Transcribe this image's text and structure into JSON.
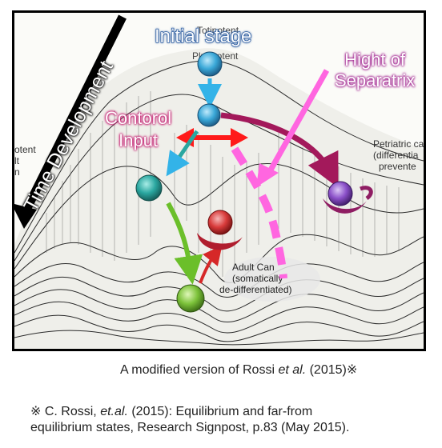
{
  "labels": {
    "initial_stage": "Initial stage",
    "control_line1": "Contorol",
    "control_line2": "Input",
    "separatrix_line1": "Hight of",
    "separatrix_line2": "Separatrix",
    "time_development": "Time Development"
  },
  "background_text": {
    "top_totipotent": "Totipotent",
    "pluripotent": "Pluripotent",
    "left_line1": "otent",
    "left_line2": "lt",
    "left_line3": "n",
    "right_line1": "Petriatric ca",
    "right_line2": "(differentia",
    "right_line3": "prevente",
    "adult_line1": "Adult Can",
    "adult_line2": "(somatically",
    "adult_line3": "de-differentiated)"
  },
  "caption": {
    "prefix": "A modified version of",
    "author": "Rossi",
    "etal": "et al.",
    "year": "(2015)※"
  },
  "reference": {
    "mark": "※ C. Rossi,",
    "etal": "et.al.",
    "line1_rest": "(2015): Equilibrium and far-from",
    "line2": "equilibrium states, Research Signpost, p.83 (May 2015)."
  },
  "colors": {
    "blue_cell": "#3aa8d8",
    "teal_cell": "#2aa7a0",
    "green_cell": "#7cc23a",
    "red_cell": "#d83a3a",
    "purple_cell": "#8a4fc8",
    "magenta_path": "#ff66e0",
    "red_arrow": "#ff1a1a",
    "crimson_path": "#a3195b"
  }
}
